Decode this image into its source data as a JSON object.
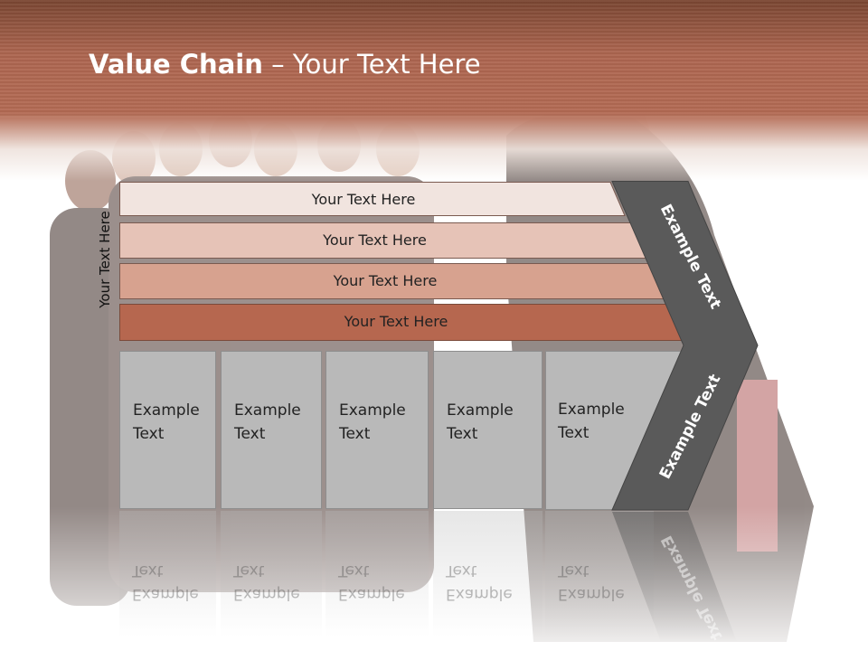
{
  "slide": {
    "title_bold": "Value Chain",
    "title_rest": " – Your Text Here",
    "vertical_label": "Your Text Here",
    "bands": [
      {
        "label": "Your Text Here",
        "color": "#f1e4df"
      },
      {
        "label": "Your Text Here",
        "color": "#e6c3b7"
      },
      {
        "label": "Your Text Here",
        "color": "#d7a28f"
      },
      {
        "label": "Your Text Here",
        "color": "#b6674f"
      }
    ],
    "boxes": [
      {
        "line1": "Example",
        "line2": "Text"
      },
      {
        "line1": "Example",
        "line2": "Text"
      },
      {
        "line1": "Example",
        "line2": "Text"
      },
      {
        "line1": "Example",
        "line2": "Text"
      },
      {
        "line1": "Example",
        "line2": "Text"
      }
    ],
    "chevron_top": "Example Text",
    "chevron_bottom": "Example Text",
    "colors": {
      "header": "#b36a53",
      "chevron": "#5a5a5a",
      "box": "#b9b9b9"
    }
  }
}
